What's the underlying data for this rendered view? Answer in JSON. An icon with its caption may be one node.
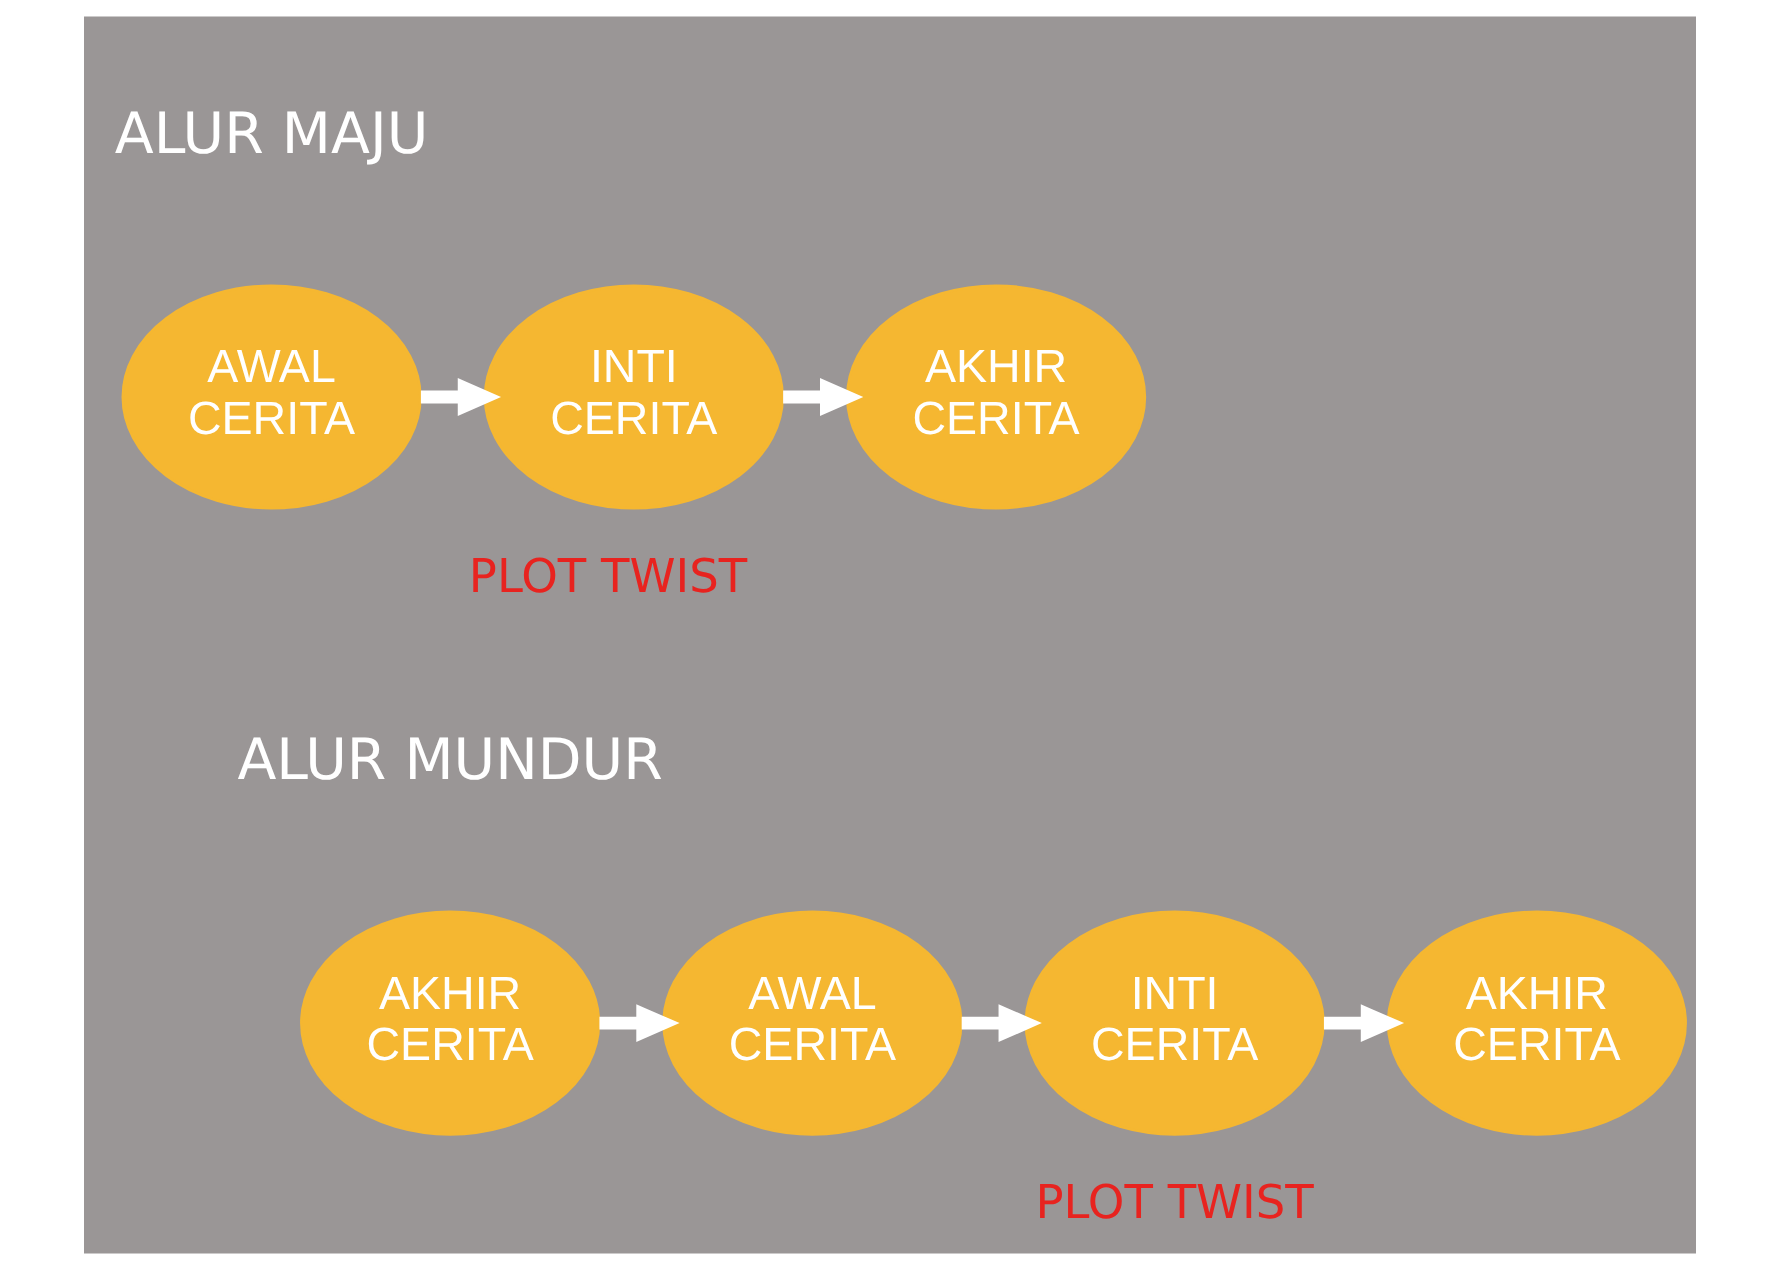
{
  "diagram": {
    "nodes": [
      {
        "text": [
          "AWAL CERITA"
        ]
      },
      {
        "text": [
          "INTI CERITA"
        ]
      },
      {
        "text": [
          "AKHIR CERITA"
        ]
      },
      {
        "text": [
          "AKHIR CERITA"
        ]
      },
      {
        "text": [
          "AWAL CERITA"
        ]
      },
      {
        "text": [
          "INTI CERITA"
        ]
      },
      {
        "text": [
          "AKHIR CERITA"
        ]
      }
    ],
    "edges": [
      {
        "from": 0,
        "to": 1,
        "arrow": "to"
      },
      {
        "from": 1,
        "to": 2,
        "arrow": "to"
      },
      {
        "from": 3,
        "to": 4,
        "arrow": "to"
      },
      {
        "from": 4,
        "to": 5,
        "arrow": "to"
      },
      {
        "from": 5,
        "to": 6,
        "arrow": "to"
      }
    ],
    "labels": [
      "ALUR MAJU",
      "PLOT TWIST",
      "ALUR MUNDUR",
      "PLOT TWIST"
    ]
  }
}
